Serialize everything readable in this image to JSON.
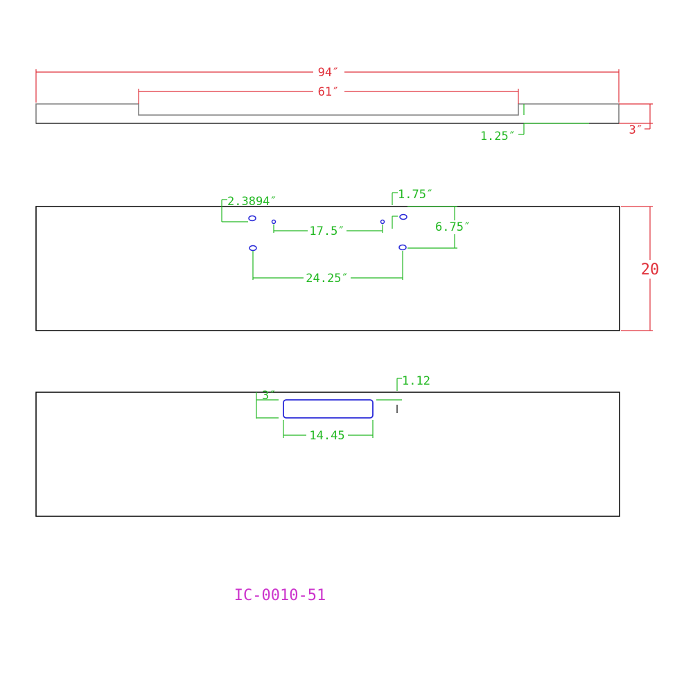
{
  "colors": {
    "outline": "#000000",
    "outline_gray": "#808080",
    "red_dim": "#e0303a",
    "green_dim": "#22b822",
    "hole": "#2a2ad8",
    "code": "#cc33cc"
  },
  "top_view": {
    "overall_length": "94″",
    "recess_length": "61″",
    "recess_depth": "1.25″",
    "thickness": "3″"
  },
  "middle_view": {
    "hole_offset_left": "2.3894″",
    "hole_offset_right": "1.75″",
    "small_hole_spacing": "17.5″",
    "vertical_spacing": "6.75″",
    "large_hole_spacing": "24.25″",
    "height": "20"
  },
  "bottom_view": {
    "slot_offset": "3″",
    "slot_top_offset": "1.12",
    "slot_length": "14.45"
  },
  "part_code": "IC-0010-51"
}
